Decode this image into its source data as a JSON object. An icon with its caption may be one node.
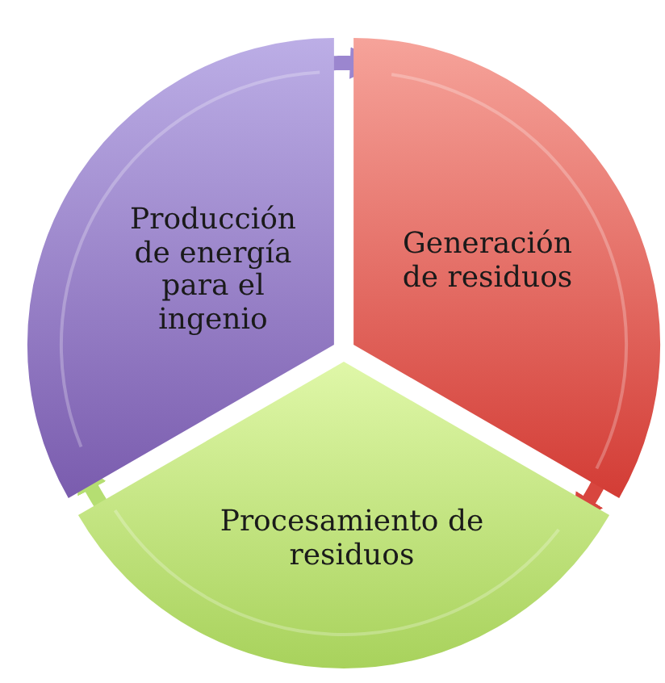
{
  "diagram": {
    "nodes": [
      {
        "text": [
          "Producción de energía para el ingenio"
        ]
      },
      {
        "text": [
          "Generación de residuos"
        ]
      },
      {
        "text": [
          "Procesamiento de residuos"
        ]
      }
    ],
    "edges": [
      {
        "from": 0,
        "to": 1,
        "arrow": "to",
        "color": "#9b86cf"
      },
      {
        "from": 1,
        "to": 2,
        "arrow": "to",
        "color": "#d8463f"
      },
      {
        "from": 2,
        "to": 0,
        "arrow": "to",
        "color": "#b5de72"
      }
    ]
  }
}
